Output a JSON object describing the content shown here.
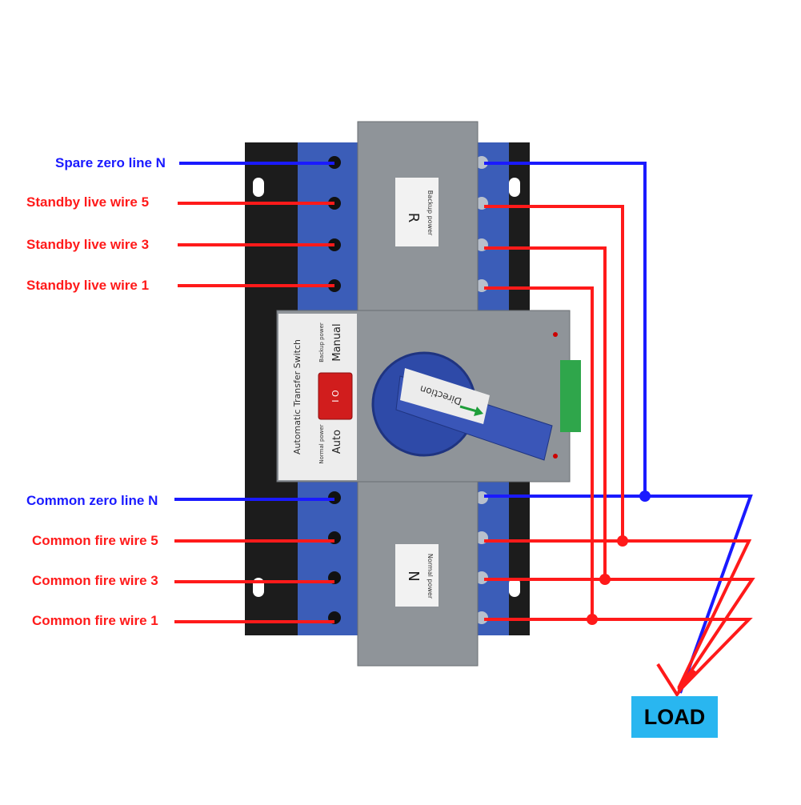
{
  "labels": {
    "spare_zero": "Spare zero line N",
    "standby_5": "Standby live wire 5",
    "standby_3": "Standby live wire 3",
    "standby_1": "Standby live wire 1",
    "common_zero": "Common zero line N",
    "common_5": "Common fire wire 5",
    "common_3": "Common fire wire 3",
    "common_1": "Common fire wire 1"
  },
  "device": {
    "top_letter": "R",
    "top_sub": "Backup power",
    "bottom_letter": "N",
    "bottom_sub": "Normal power",
    "panel_title": "Automatic Transfer Switch",
    "mode_manual": "Manual",
    "mode_auto": "Auto",
    "ind_backup": "Backup power",
    "ind_normal": "Normal power",
    "rocker": "I  O",
    "knob_text": "Direction"
  },
  "load": "LOAD",
  "colors": {
    "neutral": "#1a1aff",
    "live": "#ff1a1a",
    "load_bg": "#29b6f0"
  }
}
